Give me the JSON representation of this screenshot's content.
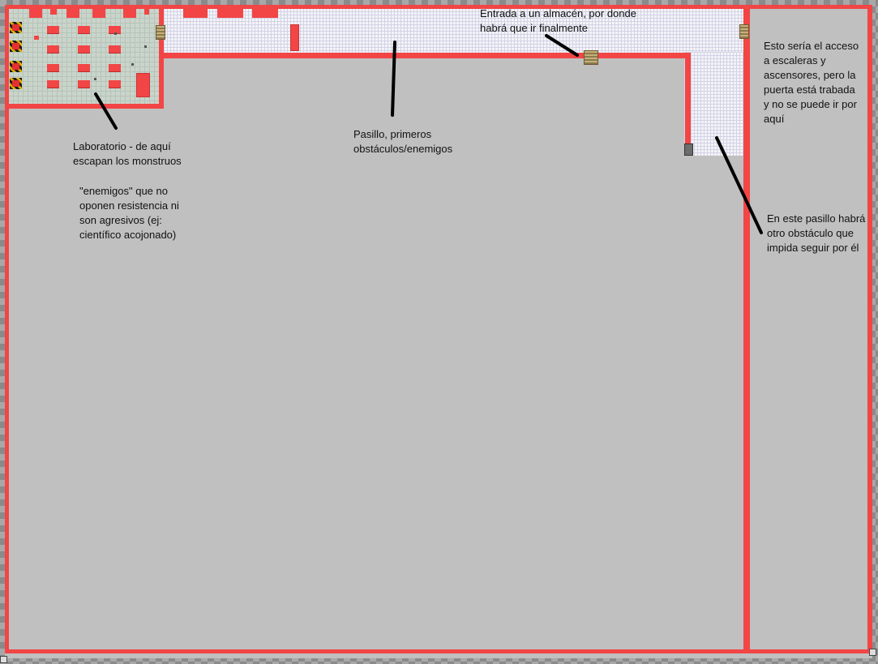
{
  "editor": {
    "palette": {
      "wall": "#f24545",
      "canvas": "#c0c0c0",
      "corridor_floor": "#f4f4f8",
      "lab_floor": "#c9d4cb",
      "annotation_text": "#111111",
      "pointer_line": "#000000"
    },
    "map": {
      "rooms": [
        {
          "id": "laboratory",
          "label": "Laboratorio - de aquí\nescapan los monstruos"
        },
        {
          "id": "corridor",
          "label": "Pasillo, primeros\nobstáculos/enemigos"
        },
        {
          "id": "warehouse-entrance",
          "label": "Entrada a un almacén, por donde\nhabrá que ir finalmente"
        },
        {
          "id": "stairs-access",
          "label": "Esto sería el acceso\na escaleras y\nascensores, pero la\npuerta está trabada\ny no se puede ir por\naquí"
        },
        {
          "id": "side-corridor",
          "label": "En este pasillo habrá\notro obstáculo que\nimpida seguir por él"
        }
      ],
      "enemy_note": "\"enemigos\" que no\noponen resistencia ni\nson agresivos (ej:\ncientífico acojonado)",
      "icons": {
        "door": "door-icon",
        "hazard": "hazard-crate-icon",
        "desk": "lab-desk-icon",
        "scientist": "scientist-npc-icon"
      }
    }
  }
}
